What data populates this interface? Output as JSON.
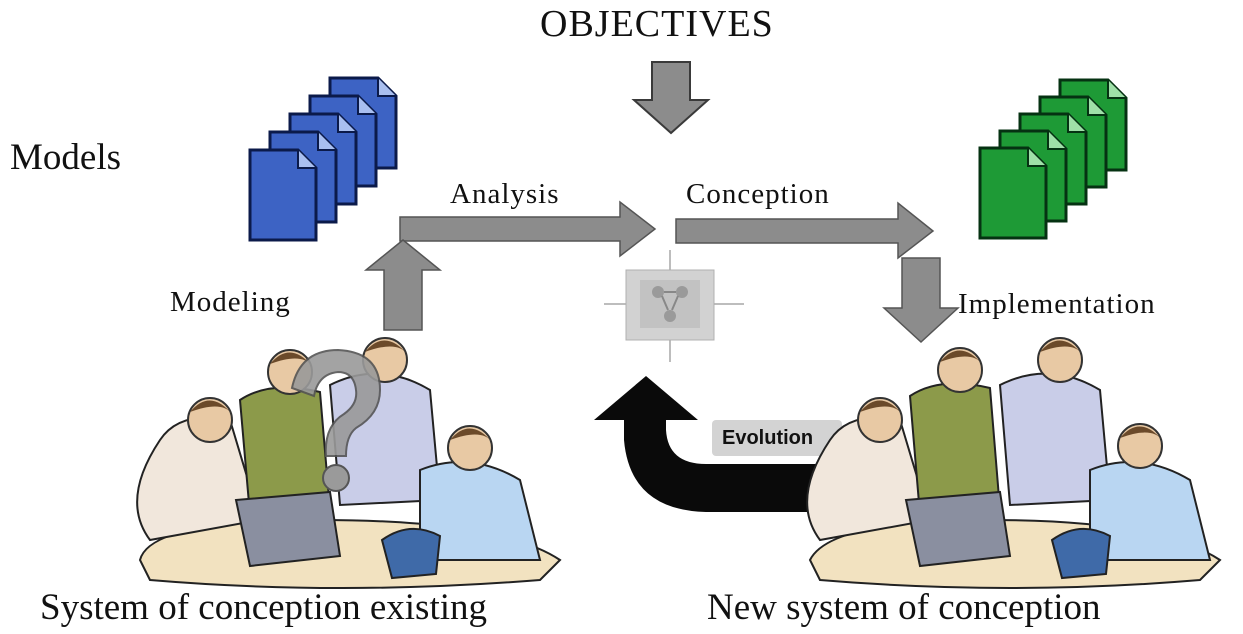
{
  "title": "OBJECTIVES",
  "labels": {
    "models": "Models",
    "analysis": "Analysis",
    "conception": "Conception",
    "modeling": "Modeling",
    "implementation": "Implementation",
    "evolution": "Evolution",
    "system_existing": "System of conception existing",
    "system_new": "New system of conception"
  },
  "colors": {
    "arrow_gray": "#8c8c8c",
    "arrow_black": "#0a0a0a",
    "doc_blue": "#3d63c4",
    "doc_green": "#1e9a36",
    "evolution_badge": "#d3d3d3"
  },
  "icons": {
    "documents_left": "blue-document-stack-icon",
    "documents_right": "green-document-stack-icon",
    "center": "process-cycle-icon",
    "team_left": "confused-team-meeting-icon",
    "team_right": "team-meeting-icon",
    "question": "question-mark-icon"
  }
}
